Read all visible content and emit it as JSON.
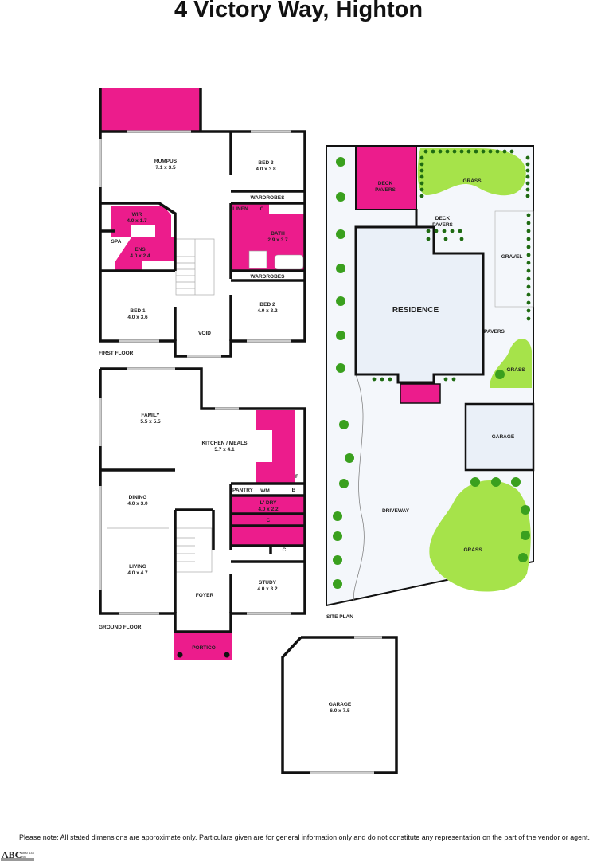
{
  "title": "4 Victory Way, Highton",
  "colors": {
    "accent": "#ec1c8c",
    "grass": "#a6e34a",
    "wall": "#111111",
    "tree": "#3aa01e"
  },
  "first_floor": {
    "label": "FIRST FLOOR",
    "rooms": {
      "rumpus": {
        "name": "RUMPUS",
        "size": "7.1 x 3.5"
      },
      "bed3": {
        "name": "BED 3",
        "size": "4.0 x 3.8"
      },
      "wardrobes_top": "WARDROBES",
      "linen": "LINEN",
      "c": "C",
      "bath": {
        "name": "BATH",
        "size": "2.9 x 3.7"
      },
      "wardrobes_bottom": "WARDROBES",
      "wir": {
        "name": "WIR",
        "size": "4.0 x 1.7"
      },
      "spa": "SPA",
      "ens": {
        "name": "ENS",
        "size": "4.0 x 2.4"
      },
      "bed1": {
        "name": "BED 1",
        "size": "4.0 x 3.6"
      },
      "bed2": {
        "name": "BED 2",
        "size": "4.0 x 3.2"
      },
      "void": "VOID"
    }
  },
  "ground_floor": {
    "label": "GROUND FLOOR",
    "rooms": {
      "family": {
        "name": "FAMILY",
        "size": "5.5 x 5.5"
      },
      "kitchen": {
        "name": "KITCHEN / MEALS",
        "size": "5.7 x 4.1"
      },
      "fridge": "F",
      "pantry": "PANTRY",
      "wm": "WM",
      "b": "B",
      "laundry": {
        "name": "L' DRY",
        "size": "4.0 x 2.2"
      },
      "c1": "C",
      "c2": "C",
      "dining": {
        "name": "DINING",
        "size": "4.0 x 3.0"
      },
      "living": {
        "name": "LIVING",
        "size": "4.0 x 4.7"
      },
      "foyer": "FOYER",
      "study": {
        "name": "STUDY",
        "size": "4.0 x 3.2"
      },
      "portico": "PORTICO"
    }
  },
  "garage": {
    "name": "GARAGE",
    "size": "6.0 x 7.5"
  },
  "site_plan": {
    "label": "SITE PLAN",
    "areas": {
      "deck_pavers_1": [
        "DECK",
        "PAVERS"
      ],
      "grass_top": "GRASS",
      "deck_pavers_2": [
        "DECK",
        "PAVERS"
      ],
      "gravel": "GRAVEL",
      "residence": "RESIDENCE",
      "pavers": "PAVERS",
      "grass_small": "GRASS",
      "garage": "GARAGE",
      "driveway": "DRIVEWAY",
      "grass_big": "GRASS"
    }
  },
  "footer": {
    "note": "Please note: All stated dimensions are approximate only. Particulars given are for general information only and do not constitute any representation on the part of the vendor or agent.",
    "logo_text": "ABC",
    "logo_phone": "1800 633 998"
  }
}
